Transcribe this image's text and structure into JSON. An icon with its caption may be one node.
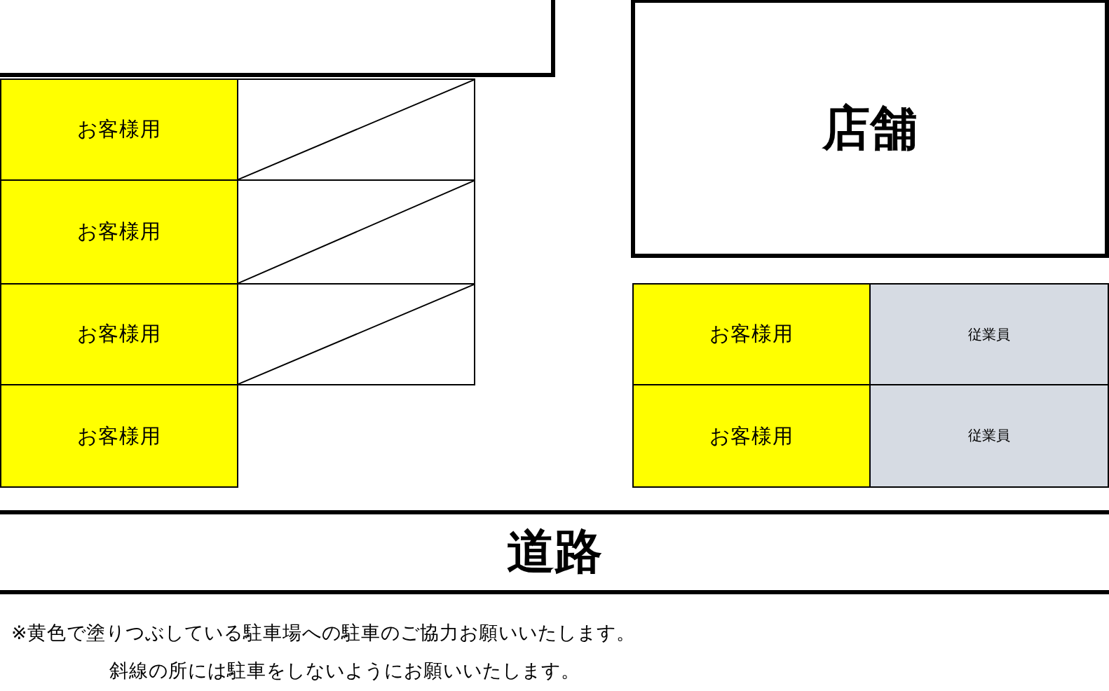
{
  "diagram": {
    "nodes": [
      {
        "text": [],
        "shape": "box"
      },
      {
        "text": [
          "店舗"
        ]
      },
      {
        "text": [
          "お客様用"
        ]
      },
      {
        "text": [],
        "shape": "box"
      },
      {
        "text": [
          "お客様用"
        ]
      },
      {
        "text": [],
        "shape": "box"
      },
      {
        "text": [
          "お客様用"
        ]
      },
      {
        "text": [],
        "shape": "box"
      },
      {
        "text": [
          "お客様用"
        ]
      },
      {
        "text": [
          "従業員"
        ]
      },
      {
        "text": [
          "お客様用"
        ]
      },
      {
        "text": [
          "お客様用"
        ]
      },
      {
        "text": [
          "従業員"
        ]
      },
      {
        "text": [
          "道路"
        ]
      }
    ],
    "labels": [
      "※黄色で塗りつぶしている駐車場への駐車のご協力お願いいたします。",
      "斜線の所には駐車をしないようにお願いいたします。"
    ]
  }
}
